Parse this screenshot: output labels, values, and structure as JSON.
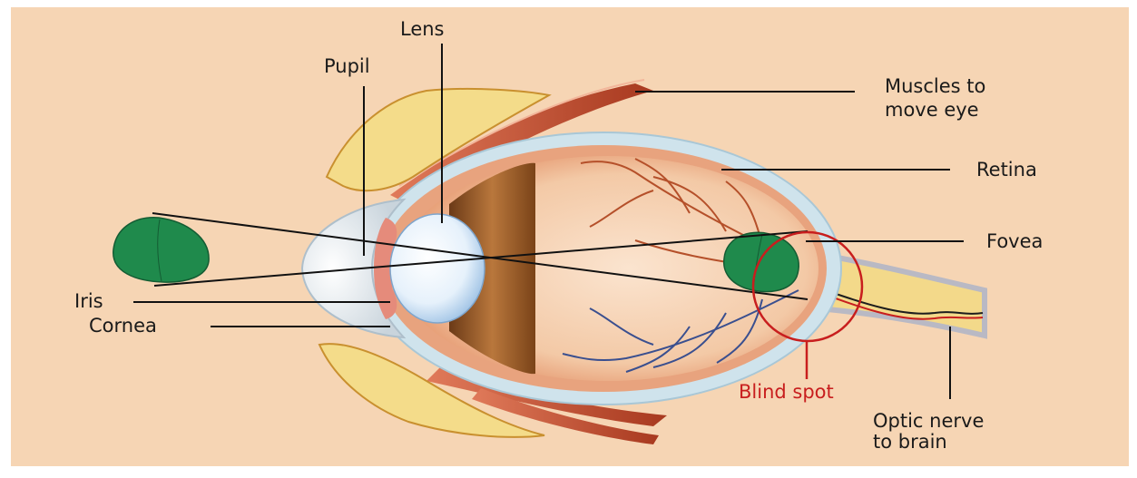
{
  "diagram": {
    "labels": {
      "lens": "Lens",
      "pupil": "Pupil",
      "muscles_line1": "Muscles to",
      "muscles_line2": "move eye",
      "retina": "Retina",
      "fovea": "Fovea",
      "iris": "Iris",
      "cornea": "Cornea",
      "blind_spot": "Blind spot",
      "optic_line1": "Optic nerve",
      "optic_line2": "to brain"
    },
    "colors": {
      "background": "#f6d5b4",
      "sclera": "#cfe3ec",
      "vitreous": "#f3c9a6",
      "iris_band": "#9c5b2a",
      "lens": "#e6f1fb",
      "leaf": "#1f8a4c",
      "blind_spot_circle": "#c81e1e",
      "muscle": "#c85a3a",
      "bone": "#f4dc8a",
      "optic_nerve": "#f3d98a",
      "vessel_red": "#b5502a",
      "vessel_blue": "#3a4f8f"
    }
  }
}
